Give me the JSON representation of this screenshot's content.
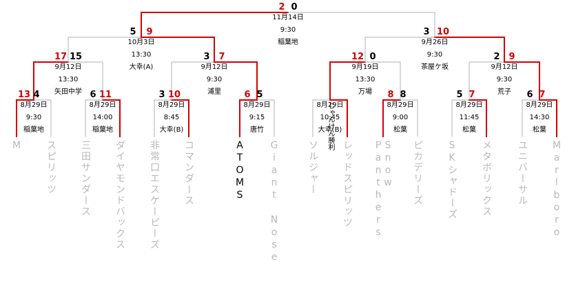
{
  "colors": {
    "winner_line": "#d40000",
    "loser_line": "#b0b0b0",
    "winner_team": "#000000",
    "loser_team": "#b8b8b8"
  },
  "teams": [
    {
      "name": "M",
      "winner": false
    },
    {
      "name": "スピリッツ",
      "winner": false
    },
    {
      "name": "三田サンダース",
      "winner": false
    },
    {
      "name": "ダイヤモンドバックス",
      "winner": false
    },
    {
      "name": "非常口エスケーピーズ",
      "winner": false
    },
    {
      "name": "コマンダース",
      "winner": false
    },
    {
      "name": "ATOMS",
      "winner": true
    },
    {
      "name": "Giant Nose",
      "winner": false
    },
    {
      "name": "ソルジャー",
      "winner": false
    },
    {
      "name": "レッドスピリッツ",
      "winner": false
    },
    {
      "name": "Snow Panthers",
      "winner": false
    },
    {
      "name": "ピカデリーズ",
      "winner": false
    },
    {
      "name": "SKシャドーズ",
      "winner": false
    },
    {
      "name": "メタボリックス",
      "winner": false
    },
    {
      "name": "ユニバーサル",
      "winner": false
    },
    {
      "name": "Marlboro",
      "winner": false
    }
  ],
  "round1": [
    {
      "left_score": "13",
      "right_score": "4",
      "winner": "left",
      "date": "8月29日",
      "time": "9:30",
      "venue": "稲葉地"
    },
    {
      "left_score": "6",
      "right_score": "11",
      "winner": "right",
      "date": "8月29日",
      "time": "14:00",
      "venue": "稲葉地"
    },
    {
      "left_score": "3",
      "right_score": "10",
      "winner": "right",
      "date": "8月29日",
      "time": "8:45",
      "venue": "大幸(B)"
    },
    {
      "left_score": "6",
      "right_score": "5",
      "winner": "left",
      "date": "8月29日",
      "time": "9:15",
      "venue": "唐竹"
    },
    {
      "left_score": "",
      "right_score": "",
      "winner": "right",
      "date": "8月29日",
      "time": "10:45",
      "venue": "大幸(B)",
      "note": "じゃんけん勝利"
    },
    {
      "left_score": "8",
      "right_score": "8",
      "winner": "left",
      "date": "8月29日",
      "time": "9:00",
      "venue": "松葉"
    },
    {
      "left_score": "5",
      "right_score": "7",
      "winner": "right",
      "date": "8月29日",
      "time": "11:45",
      "venue": "松葉"
    },
    {
      "left_score": "6",
      "right_score": "7",
      "winner": "right",
      "date": "8月29日",
      "time": "14:30",
      "venue": "松葉"
    }
  ],
  "round2": [
    {
      "left_score": "17",
      "right_score": "15",
      "winner": "left",
      "date": "9月12日",
      "time": "13:30",
      "venue": "矢田中学"
    },
    {
      "left_score": "3",
      "right_score": "7",
      "winner": "right",
      "date": "9月12日",
      "time": "9:30",
      "venue": "浦里"
    },
    {
      "left_score": "12",
      "right_score": "0",
      "winner": "left",
      "date": "9月19日",
      "time": "13:30",
      "venue": "万場"
    },
    {
      "left_score": "2",
      "right_score": "9",
      "winner": "right",
      "date": "9月12日",
      "time": "9:30",
      "venue": "荒子"
    }
  ],
  "round3": [
    {
      "left_score": "5",
      "right_score": "9",
      "winner": "right",
      "date": "10月3日",
      "time": "13:30",
      "venue": "大幸(A)"
    },
    {
      "left_score": "3",
      "right_score": "10",
      "winner": "right",
      "date": "9月26日",
      "time": "9:30",
      "venue": "茶屋ケ坂"
    }
  ],
  "final": {
    "left_score": "2",
    "right_score": "0",
    "winner": "left",
    "date": "11月14日",
    "time": "9:30",
    "venue": "稲葉地"
  }
}
